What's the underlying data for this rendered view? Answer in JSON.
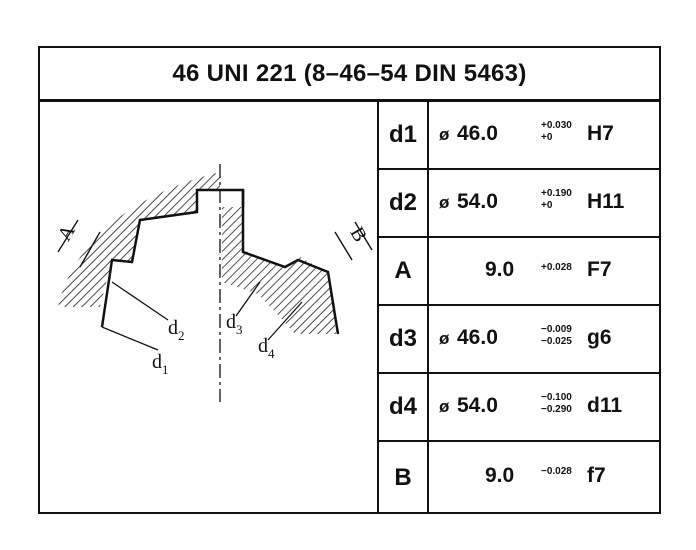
{
  "title": "46 UNI 221  (8–46–54 DIN 5463)",
  "diagram": {
    "label_d": "d",
    "sub_1": "1",
    "sub_2": "2",
    "sub_3": "3",
    "sub_4": "4",
    "label_A": "A",
    "label_B": "B"
  },
  "rows": [
    {
      "symbol": "d1",
      "diameter": "ø",
      "nominal": "46.0",
      "tol_upper": "+0.030",
      "tol_lower": "+0",
      "fit": "H7"
    },
    {
      "symbol": "d2",
      "diameter": "ø",
      "nominal": "54.0",
      "tol_upper": "+0.190",
      "tol_lower": "+0",
      "fit": "H11"
    },
    {
      "symbol": "A",
      "diameter": "",
      "nominal": "9.0",
      "tol_upper": "+0.028",
      "tol_lower": "",
      "fit": "F7"
    },
    {
      "symbol": "d3",
      "diameter": "ø",
      "nominal": "46.0",
      "tol_upper": "−0.009",
      "tol_lower": "−0.025",
      "fit": "g6"
    },
    {
      "symbol": "d4",
      "diameter": "ø",
      "nominal": "54.0",
      "tol_upper": "−0.100",
      "tol_lower": "−0.290",
      "fit": "d11"
    },
    {
      "symbol": "B",
      "diameter": "",
      "nominal": "9.0",
      "tol_upper": "−0.028",
      "tol_lower": "",
      "fit": "f7"
    }
  ]
}
